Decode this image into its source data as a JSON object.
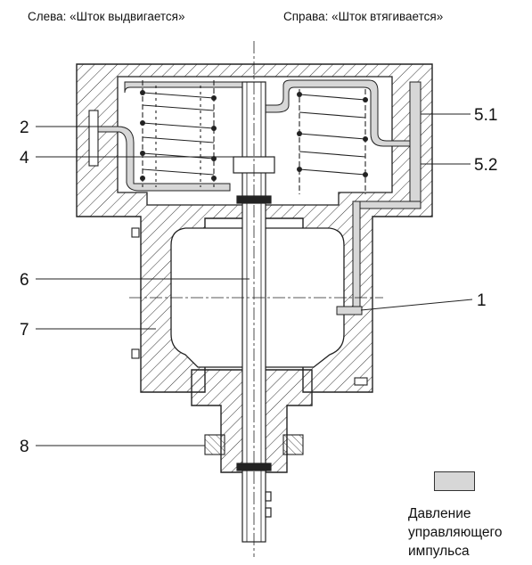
{
  "captions": {
    "left": "Слева: «Шток выдвигается»",
    "right": "Справа: «Шток втягивается»"
  },
  "labels": {
    "l2": "2",
    "l4": "4",
    "l6": "6",
    "l7": "7",
    "l8": "8",
    "l1": "1",
    "l51": "5.1",
    "l52": "5.2"
  },
  "legend": {
    "line1": "Давление",
    "line2": "управляющего",
    "line3": "импульса"
  },
  "colors": {
    "pressure_fill": "#d7d7d7",
    "line": "#222222"
  }
}
